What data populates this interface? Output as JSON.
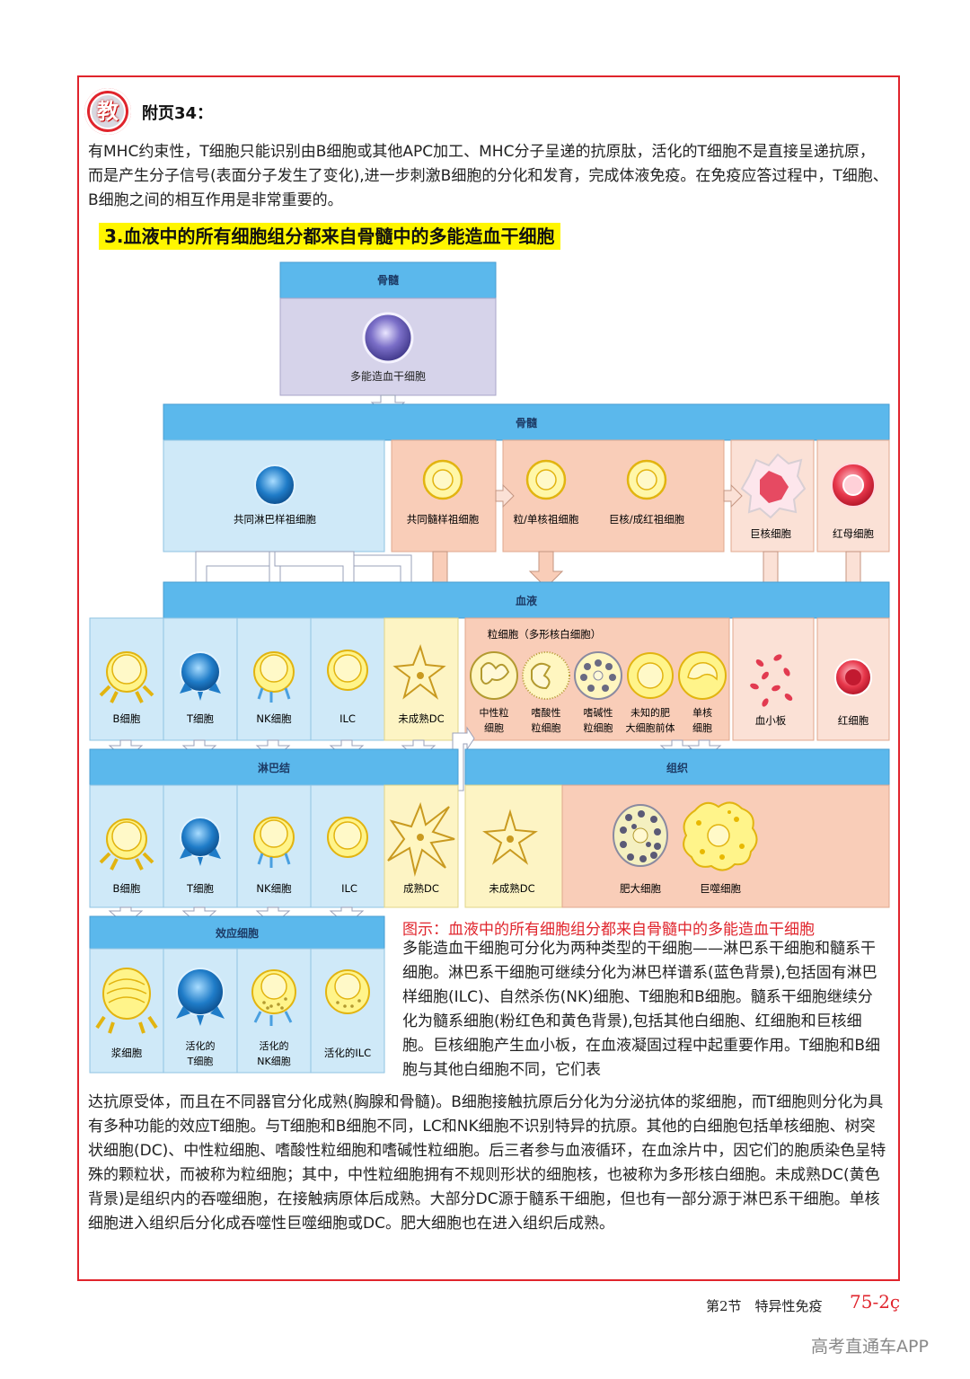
{
  "header": {
    "badge": "教",
    "appendix": "附页34："
  },
  "intro_text": "有MHC约束性，T细胞只能识别由B细胞或其他APC加工、MHC分子呈递的抗原肽，活化的T细胞不是直接呈递抗原，而是产生分子信号(表面分子发生了变化),进一步刺激B细胞的分化和发育，完成体液免疫。在免疫应答过程中，T细胞、B细胞之间的相互作用是非常重要的。",
  "section_title": "3.血液中的所有细胞组分都来自骨髓中的多能造血干细胞",
  "diagram": {
    "bone_marrow_top": "骨髓",
    "stem_cell": "多能造血干细胞",
    "bone_marrow": "骨髓",
    "common_lymphoid": "共同淋巴样祖细胞",
    "common_myeloid": "共同髓样祖细胞",
    "gran_mono": "粒/单核祖细胞",
    "mega_ery": "巨核/成红祖细胞",
    "megakaryocyte": "巨核细胞",
    "erythroblast": "红母细胞",
    "blood": "血液",
    "granulocytes_header": "粒细胞（多形核白细胞）",
    "b_cell": "B细胞",
    "t_cell": "T细胞",
    "nk_cell": "NK细胞",
    "ilc": "ILC",
    "immature_dc": "未成熟DC",
    "neutrophil": [
      "中性粒",
      "细胞"
    ],
    "eosinophil": [
      "嗜酸性",
      "粒细胞"
    ],
    "basophil": [
      "嗜碱性",
      "粒细胞"
    ],
    "mast_precursor": [
      "未知的肥",
      "大细胞前体"
    ],
    "monocyte": [
      "单核",
      "细胞"
    ],
    "platelets": "血小板",
    "erythrocyte": "红细胞",
    "lymph_node": "淋巴结",
    "tissue": "组织",
    "ln_b_cell": "B细胞",
    "ln_t_cell": "T细胞",
    "ln_nk_cell": "NK细胞",
    "ln_ilc": "ILC",
    "mature_dc": "成熟DC",
    "tissue_immature_dc": "未成熟DC",
    "mast_cell": "肥大细胞",
    "macrophage": "巨噬细胞",
    "effector": "效应细胞",
    "plasma_cell": "浆细胞",
    "activated_t": [
      "活化的",
      "T细胞"
    ],
    "activated_nk": [
      "活化的",
      "NK细胞"
    ],
    "activated_ilc": "活化的ILC"
  },
  "caption_title": "图示：血液中的所有细胞组分都来自骨髓中的多能造血干细胞",
  "caption_text": "多能造血干细胞可分化为两种类型的干细胞——淋巴系干细胞和髓系干细胞。淋巴系干细胞可继续分化为淋巴样谱系(蓝色背景),包括固有淋巴样细胞(ILC)、自然杀伤(NK)细胞、T细胞和B细胞。髓系干细胞继续分化为髓系细胞(粉红色和黄色背景),包括其他白细胞、红细胞和巨核细胞。巨核细胞产生血小板，在血液凝固过程中起重要作用。T细胞和B细胞与其他白细胞不同，它们表",
  "bottom_text": "达抗原受体，而且在不同器官分化成熟(胸腺和骨髓)。B细胞接触抗原后分化为分泌抗体的浆细胞，而T细胞则分化为具有多种功能的效应T细胞。与T细胞和B细胞不同，LC和NK细胞不识别特异的抗原。其他的白细胞包括单核细胞、树突状细胞(DC)、中性粒细胞、嗜酸性粒细胞和嗜碱性粒细胞。后三者参与血液循环，在血涂片中，因它们的胞质染色呈特殊的颗粒状，而被称为粒细胞；其中，中性粒细胞拥有不规则形状的细胞核，也被称为多形核白细胞。未成熟DC(黄色背景)是组织内的吞噬细胞，在接触病原体后成熟。大部分DC源于髓系干细胞，但也有一部分源于淋巴系干细胞。单核细胞进入组织后分化成吞噬性巨噬细胞或DC。肥大细胞也在进入组织后成熟。",
  "footer": {
    "section": "第2节　特异性免疫",
    "page": "75-2ç"
  },
  "watermark": "高考直通车APP",
  "colors": {
    "frame_red": "#e0242c",
    "header_blue": "#5bb8ec",
    "lymphoid_bg": "#cfe9f8",
    "myeloid_pink": "#f9cdb8",
    "dc_yellow": "#fdf4c4",
    "highlight": "#fff600"
  }
}
